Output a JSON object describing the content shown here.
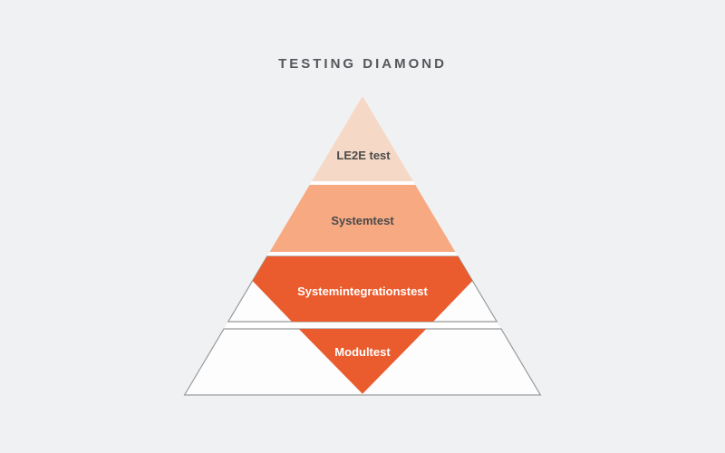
{
  "title": "TESTING DIAMOND",
  "diagram": {
    "type": "testing-diamond-pyramid",
    "description": "Pyramid outline split into 4 bands; an orange diamond shape overlays it, widest at the Systemintegrationstest band and tapering to a point at the bottom of the Modultest band",
    "colors": {
      "background": "#F0F1F3",
      "outline_stroke": "#97999B",
      "white_fill": "#FDFDFE",
      "title_text": "#55575B",
      "dark_label_text": "#4A4A4C",
      "light_label_text": "#FFFFFF"
    },
    "layers": [
      {
        "label": "LE2E test",
        "color": "#F5D8C5",
        "text_color": "#4A4A4C",
        "shape": "full triangle (apex band)"
      },
      {
        "label": "Systemtest",
        "color": "#F7A981",
        "text_color": "#4A4A4C",
        "shape": "full trapezoid band"
      },
      {
        "label": "Systemintegrationstest",
        "color": "#EA5B2D",
        "text_color": "#FFFFFF",
        "shape": "white outlined trapezoid with orange diamond mid-section (widest point)"
      },
      {
        "label": "Modultest",
        "color": "#EA5B2D",
        "text_color": "#FFFFFF",
        "shape": "white outlined trapezoid with inverted orange triangle (diamond tip)"
      }
    ]
  }
}
